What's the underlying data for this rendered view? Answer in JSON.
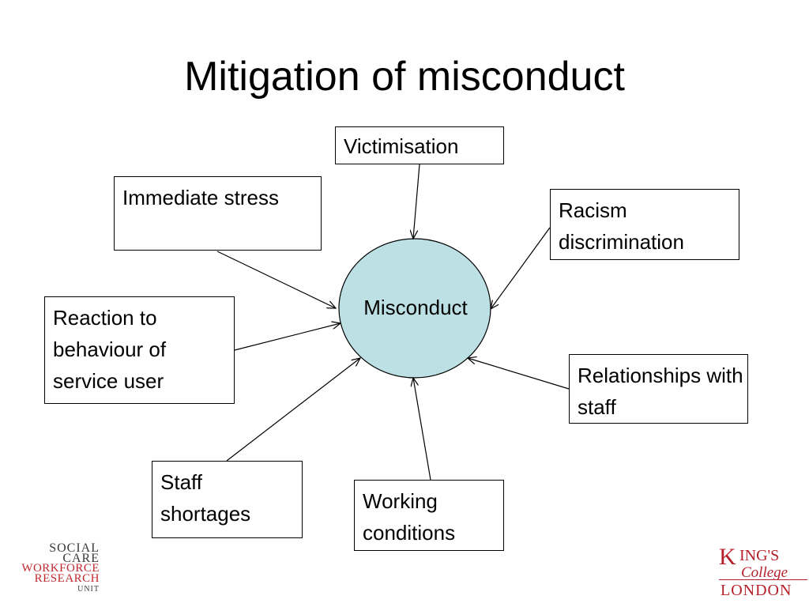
{
  "slide": {
    "title": "Mitigation of misconduct"
  },
  "diagram": {
    "center": {
      "label": "Misconduct",
      "fill": "#bce0e3"
    },
    "factors": {
      "victimisation": "Victimisation",
      "immediate_stress": "Immediate stress",
      "racism": "Racism discrimination",
      "reaction": "Reaction to behaviour of service user",
      "relationships": "Relationships with staff",
      "staff_shortages": "Staff shortages",
      "working_conditions": "Working conditions"
    }
  },
  "logos": {
    "left": [
      "SOCIAL",
      "CARE",
      "WORKFORCE",
      "RESEARCH",
      "UNIT"
    ],
    "right": {
      "k": "K",
      "ings": "ING'S",
      "college": "College",
      "london": "LONDON"
    },
    "colors": {
      "red": "#c0282e",
      "grey": "#3a3a3a"
    }
  }
}
